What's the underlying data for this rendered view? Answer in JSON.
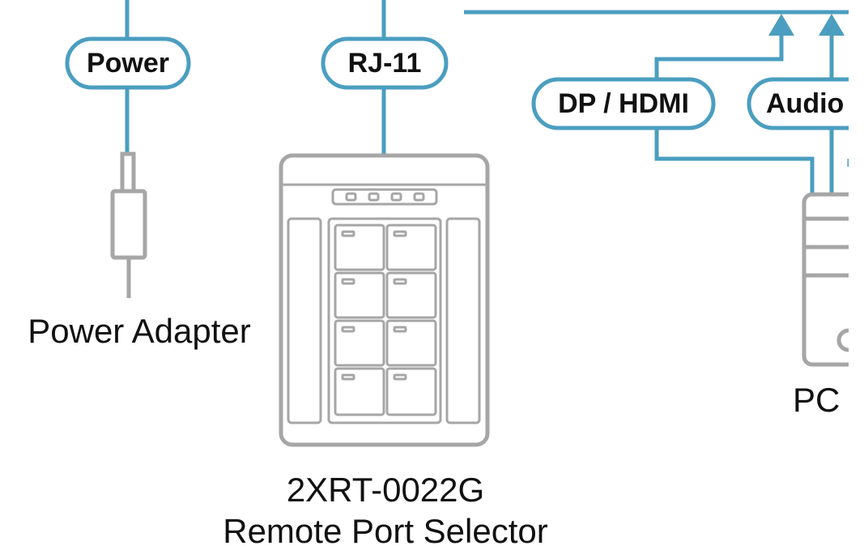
{
  "labels": {
    "power": "Power",
    "rj11": "RJ-11",
    "dp_hdmi": "DP / HDMI",
    "audio": "Audio"
  },
  "captions": {
    "power_adapter": "Power Adapter",
    "model": "2XRT-0022G",
    "device_name": "Remote Port Selector",
    "pc": "PC"
  },
  "colors": {
    "wire": "#4b9ec0",
    "device": "#a6a6a6",
    "text": "#111111"
  }
}
